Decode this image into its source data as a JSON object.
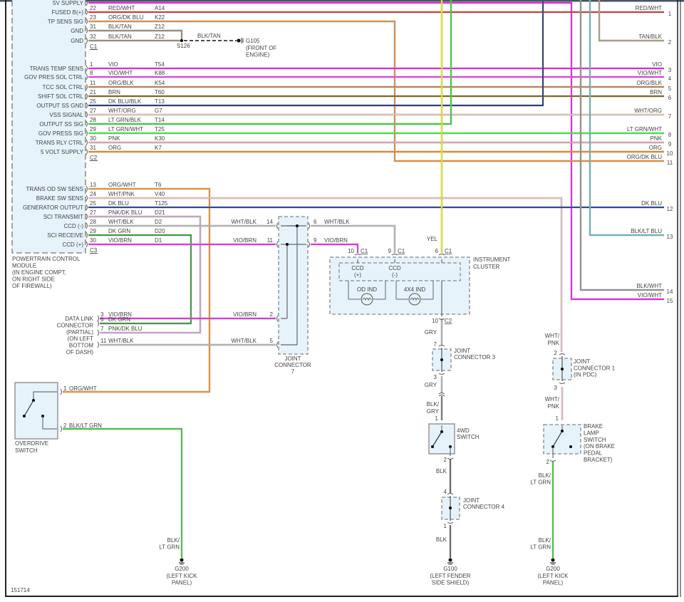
{
  "figure_id": "151714",
  "colors": {
    "5V": "#ff00ff",
    "VIO": "#ff00ff",
    "VIO/WHT": "#ff22ff",
    "RED/WHT": "#e02020",
    "ORG/DK BLU": "#f08a30",
    "BLK/TAN": "#9a8a6a",
    "ORG/BLK": "#d47a30",
    "BRN": "#7a5a00",
    "DK BLU/BLK": "#0a2070",
    "WHT/ORG": "#f2d2b4",
    "LT GRN/BLK": "#22dd22",
    "LT GRN/WHT": "#22ff22",
    "PNK": "#f4a4b4",
    "ORG": "#ff8000",
    "ORG/WHT": "#ff9020",
    "WHT/PNK": "#f6c6d0",
    "DK BLU": "#0a30a0",
    "PNK/DK BLU": "#d4a8d8",
    "WHT/BLK": "#bbbbbb",
    "DK GRN": "#20a020",
    "VIO/BRN": "#ff10ff",
    "YEL": "#ffff00",
    "TAN/BLK": "#b0a07a",
    "BLK/LT BLU": "#5cc0c0",
    "BLK/WHT": "#909090",
    "GRY": "#b4b4b4",
    "BLK/GRY": "#6a6a6a",
    "BLK": "#505050",
    "BLK/LT GRN": "#30d030",
    "box_fill": "#e6f3fa",
    "box_stroke": "#888888"
  },
  "pcm": {
    "name_lines": [
      "POWERTRAIN CONTROL",
      "MODULE",
      "(IN ENGINE COMPT,",
      "ON RIGHT SIDE",
      "OF FIREWALL)"
    ],
    "connectors": [
      {
        "id": "C1",
        "pins": [
          {
            "func": "5V SUPPLY",
            "pin": "",
            "color": "",
            "circuit": ""
          },
          {
            "func": "FUSED B(+)",
            "pin": "22",
            "color": "RED/WHT",
            "circuit": "A14"
          },
          {
            "func": "TP SENS SIG",
            "pin": "23",
            "color": "ORG/DK BLU",
            "circuit": "K22"
          },
          {
            "func": "GND",
            "pin": "31",
            "color": "BLK/TAN",
            "circuit": "Z12"
          },
          {
            "func": "GND",
            "pin": "32",
            "color": "BLK/TAN",
            "circuit": "Z12"
          }
        ]
      },
      {
        "id": "C2",
        "pins": [
          {
            "func": "TRANS TEMP SENS",
            "pin": "1",
            "color": "VIO",
            "circuit": "T54"
          },
          {
            "func": "GOV PRES SOL CTRL",
            "pin": "8",
            "color": "VIO/WHT",
            "circuit": "K88"
          },
          {
            "func": "TCC SOL CTRL",
            "pin": "11",
            "color": "ORG/BLK",
            "circuit": "K54"
          },
          {
            "func": "SHIFT SOL CTRL",
            "pin": "21",
            "color": "BRN",
            "circuit": "T60"
          },
          {
            "func": "OUTPUT SS GND",
            "pin": "25",
            "color": "DK BLU/BLK",
            "circuit": "T13"
          },
          {
            "func": "VSS SIGNAL",
            "pin": "27",
            "color": "WHT/ORG",
            "circuit": "G7"
          },
          {
            "func": "OUTPUT SS SIG",
            "pin": "28",
            "color": "LT GRN/BLK",
            "circuit": "T14"
          },
          {
            "func": "GOV PRESS SIG",
            "pin": "29",
            "color": "LT GRN/WHT",
            "circuit": "T25"
          },
          {
            "func": "TRANS RLY CTRL",
            "pin": "30",
            "color": "PNK",
            "circuit": "K30"
          },
          {
            "func": "5 VOLT SUPPLY",
            "pin": "31",
            "color": "ORG",
            "circuit": "K7"
          }
        ]
      },
      {
        "id": "C3",
        "pins": [
          {
            "func": "TRANS OD SW SENS",
            "pin": "13",
            "color": "ORG/WHT",
            "circuit": "T6"
          },
          {
            "func": "BRAKE SW SENS",
            "pin": "24",
            "color": "WHT/PNK",
            "circuit": "V40"
          },
          {
            "func": "GENERATOR OUTPUT",
            "pin": "25",
            "color": "DK BLU",
            "circuit": "T125"
          },
          {
            "func": "SCI TRANSMIT",
            "pin": "27",
            "color": "PNK/DK BLU",
            "circuit": "D21"
          },
          {
            "func": "CCD (-)",
            "pin": "28",
            "color": "WHT/BLK",
            "circuit": "D2"
          },
          {
            "func": "SCI RECEIVE",
            "pin": "29",
            "color": "DK GRN",
            "circuit": "D20"
          },
          {
            "func": "CCD (+)",
            "pin": "30",
            "color": "VIO/BRN",
            "circuit": "D1"
          }
        ]
      }
    ]
  },
  "splice": {
    "id": "S126",
    "wire_color": "BLK/TAN"
  },
  "ground_g105": {
    "id": "G105",
    "location_lines": [
      "(FRONT OF",
      "ENGINE)"
    ]
  },
  "right_terminals": [
    {
      "color": "RED/WHT",
      "num": "1"
    },
    {
      "color": "TAN/BLK",
      "num": "2"
    },
    {
      "color": "VIO",
      "num": "3"
    },
    {
      "color": "VIO/WHT",
      "num": "4"
    },
    {
      "color": "ORG/BLK",
      "num": "5"
    },
    {
      "color": "BRN",
      "num": "6"
    },
    {
      "color": "WHT/ORG",
      "num": "7"
    },
    {
      "color": "LT GRN/WHT",
      "num": "8"
    },
    {
      "color": "PNK",
      "num": "9"
    },
    {
      "color": "ORG",
      "num": "10"
    },
    {
      "color": "ORG/DK BLU",
      "num": "11"
    },
    {
      "color": "DK BLU",
      "num": "12"
    },
    {
      "color": "BLK/LT BLU",
      "num": "13"
    },
    {
      "color": "BLK/WHT",
      "num": "14"
    },
    {
      "color": "VIO/WHT",
      "num": "15"
    }
  ],
  "joint_connector_7": {
    "title_lines": [
      "JOINT",
      "CONNECTOR",
      "7"
    ],
    "left_pins": [
      {
        "pin": "14",
        "color": "WHT/BLK"
      },
      {
        "pin": "11",
        "color": "VIO/BRN"
      },
      {
        "pin": "2",
        "color": "VIO/BRN"
      },
      {
        "pin": "5",
        "color": "WHT/BLK"
      }
    ],
    "right_pins": [
      {
        "pin": "6",
        "color": "WHT/BLK"
      },
      {
        "pin": "9",
        "color": "VIO/BRN"
      }
    ]
  },
  "dlc": {
    "title_lines": [
      "DATA LINK",
      "CONNECTOR",
      "(PARTIAL)",
      "(ON LEFT",
      "BOTTOM",
      "OF DASH)"
    ],
    "pins": [
      {
        "pin": "3",
        "color": "VIO/BRN"
      },
      {
        "pin": "6",
        "color": "DK GRN"
      },
      {
        "pin": "7",
        "color": "PNK/DK BLU"
      },
      {
        "pin": "11",
        "color": "WHT/BLK"
      }
    ]
  },
  "instrument_cluster": {
    "title_lines": [
      "INSTRUMENT",
      "CLUSTER"
    ],
    "top_pins": [
      {
        "pin": "10",
        "conn": "C1",
        "func_lines": [
          "CCD",
          "(+)"
        ]
      },
      {
        "pin": "9",
        "conn": "C1",
        "func_lines": [
          "CCD",
          "(-)"
        ]
      },
      {
        "pin": "6",
        "conn": "C1",
        "wire": "YEL"
      }
    ],
    "bottom_pin": {
      "pin": "10",
      "conn": "C2",
      "wire": "GRY"
    },
    "indicators": [
      "OD IND",
      "4X4 IND"
    ]
  },
  "overdrive_switch": {
    "title_lines": [
      "OVERDRIVE",
      "SWITCH"
    ],
    "pins": [
      {
        "pin": "1",
        "color": "ORG/WHT"
      },
      {
        "pin": "2",
        "color": "BLK/LT GRN"
      }
    ],
    "ground_wire_lines": [
      "BLK/",
      "LT GRN"
    ],
    "ground": {
      "id": "G200",
      "location_lines": [
        "(LEFT KICK",
        "PANEL)"
      ]
    }
  },
  "fourwd_chain": {
    "jc3": {
      "title_lines": [
        "JOINT",
        "CONNECTOR 3"
      ],
      "pins": [
        "7",
        "3"
      ]
    },
    "wire_below_jc3": "GRY",
    "switch_wire_lines": [
      "BLK/",
      "GRY"
    ],
    "switch": {
      "title_lines": [
        "4WD",
        "SWITCH"
      ],
      "pins": [
        "1",
        "2"
      ]
    },
    "wire_below_switch": "BLK",
    "jc4": {
      "title_lines": [
        "JOINT",
        "CONNECTOR 4"
      ],
      "pins": [
        "4",
        "1"
      ]
    },
    "wire_below_jc4": "BLK",
    "ground": {
      "id": "G100",
      "location_lines": [
        "(LEFT FENDER",
        "SIDE SHIELD)"
      ]
    }
  },
  "brake_chain": {
    "wire_top_lines": [
      "WHT/",
      "PNK"
    ],
    "jc1": {
      "title_lines": [
        "JOINT",
        "CONNECTOR 1",
        "(IN PDC)"
      ],
      "pins": [
        "2",
        "3"
      ]
    },
    "wire_mid_lines": [
      "WHT/",
      "PNK"
    ],
    "switch": {
      "title_lines": [
        "BRAKE",
        "LAMP",
        "SWITCH",
        "(ON BRAKE",
        "PEDAL",
        "BRACKET)"
      ],
      "pins": [
        "1",
        "2"
      ]
    },
    "wire_switch_lines": [
      "BLK/",
      "LT GRN"
    ],
    "wire_bottom_lines": [
      "BLK/",
      "LT GRN"
    ],
    "ground": {
      "id": "G200",
      "location_lines": [
        "(LEFT KICK",
        "PANEL)"
      ]
    }
  }
}
